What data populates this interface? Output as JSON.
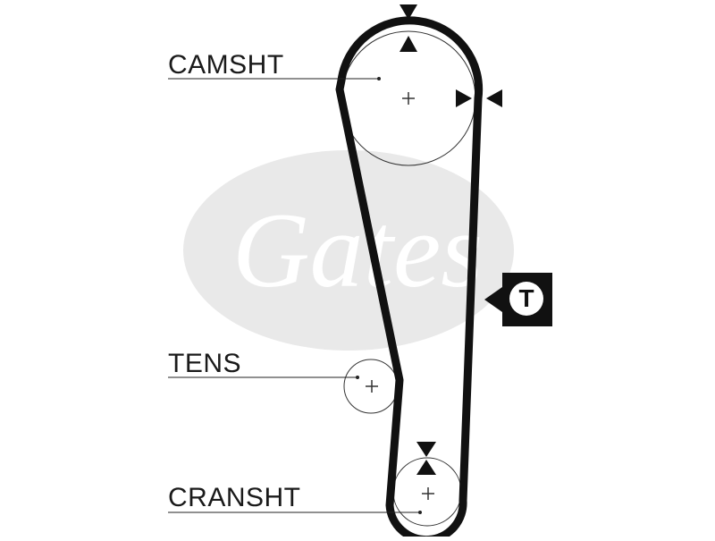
{
  "labels": {
    "camshaft": "CAMSHT",
    "tensioner": "TENS",
    "crankshaft": "CRANSHT",
    "tension_marker": "T"
  },
  "watermark": {
    "brand": "Gates",
    "color": "#e9e9e9"
  },
  "colors": {
    "belt": "#111111",
    "pulley_outline": "#333333",
    "background": "#ffffff",
    "text": "#1a1a1a"
  },
  "icons": {
    "top_marker": "arrowhead-pair-vertical",
    "right_marker": "arrowhead-pair-horizontal",
    "crank_marker": "arrowhead-pair-vertical",
    "tension_badge": "tension-t-badge"
  }
}
